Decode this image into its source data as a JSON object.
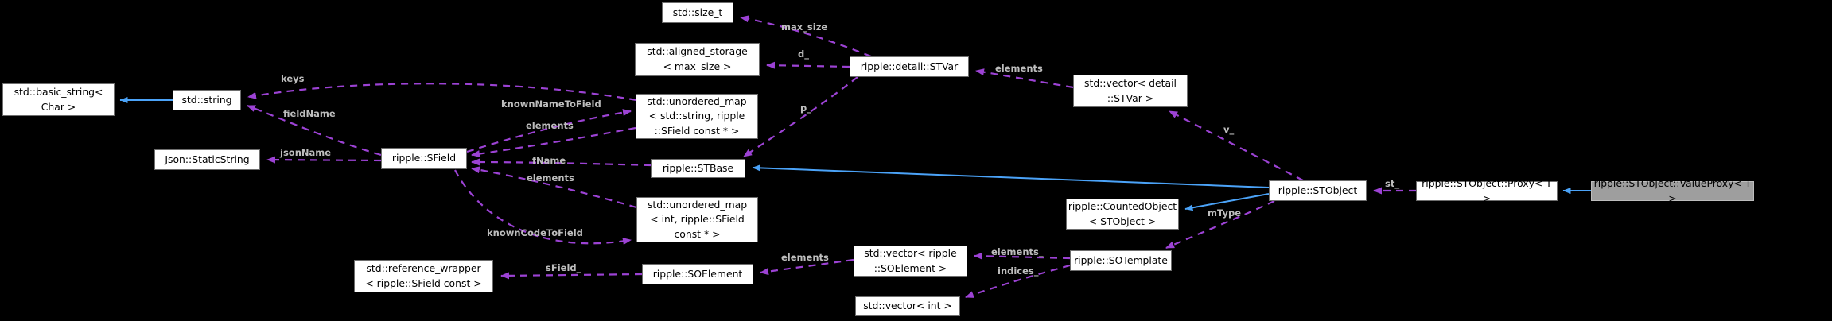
{
  "diagram": {
    "type": "doxygen-collaboration-graph",
    "selected_node": "ripple::STObject::ValueProxy< T >"
  },
  "colors": {
    "background": "#000000",
    "node_fill": "#ffffff",
    "node_border": "#6e6e6e",
    "selected_node_fill": "#9e9e9e",
    "inheritance_edge": "#4ba3f8",
    "usage_edge": "#9c42d4",
    "edge_label_text": "#bdbdbd"
  },
  "nodes": {
    "basic_string": {
      "label": "std::basic_string<\nChar >"
    },
    "string": {
      "label": "std::string"
    },
    "static_string": {
      "label": "Json::StaticString"
    },
    "sfield": {
      "label": "ripple::SField"
    },
    "size_t": {
      "label": "std::size_t"
    },
    "aligned_storage": {
      "label": "std::aligned_storage\n< max_size >"
    },
    "umap_string": {
      "label": "std::unordered_map\n< std::string, ripple\n::SField const * >"
    },
    "stbase": {
      "label": "ripple::STBase"
    },
    "umap_int": {
      "label": "std::unordered_map\n< int, ripple::SField\nconst * >"
    },
    "ref_wrapper": {
      "label": "std::reference_wrapper\n< ripple::SField const >"
    },
    "soelement": {
      "label": "ripple::SOElement"
    },
    "stvar": {
      "label": "ripple::detail::STVar"
    },
    "vec_stvar": {
      "label": "std::vector< detail\n::STVar >"
    },
    "stobject": {
      "label": "ripple::STObject"
    },
    "counted_object": {
      "label": "ripple::CountedObject\n< STObject >"
    },
    "sotemplate": {
      "label": "ripple::SOTemplate"
    },
    "vec_soelement": {
      "label": "std::vector< ripple\n::SOElement >"
    },
    "vec_int": {
      "label": "std::vector< int >"
    },
    "proxy": {
      "label": "ripple::STObject::Proxy< T >"
    },
    "value_proxy": {
      "label": "ripple::STObject::ValueProxy< T >"
    }
  },
  "edge_labels": {
    "keys": "keys",
    "field_name": "fieldName",
    "json_name": "jsonName",
    "known_name_to_field": "knownNameToField",
    "elements_umap_string": "elements",
    "f_name": "fName",
    "elements_umap_int": "elements",
    "known_code_to_field": "knownCodeToField",
    "s_field": "sField_",
    "max_size": "max_size",
    "d": "d_",
    "p": "p_",
    "elements_vec_stvar": "elements",
    "v": "v_",
    "st": "st_",
    "m_type": "mType",
    "elements_sotemplate": "elements_",
    "indices": "indices_",
    "elements_vec_soelement": "elements"
  }
}
